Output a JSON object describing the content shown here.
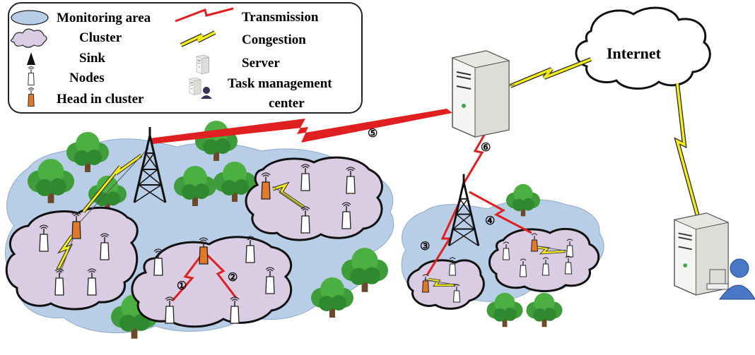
{
  "legend": {
    "monitoring_area": "Monitoring area",
    "cluster": "Cluster",
    "sink": "Sink",
    "nodes": "Nodes",
    "head_in_cluster": "Head in cluster",
    "transmission": "Transmission",
    "congestion": "Congestion",
    "server": "Server",
    "task_management_line1": "Task management",
    "task_management_line2": "center"
  },
  "internet_label": "Internet",
  "link_labels": {
    "l1": "①",
    "l2": "②",
    "l3": "③",
    "l4": "④",
    "l5": "⑤",
    "l6": "⑥"
  },
  "colors": {
    "monitoring_area": "#b8cde6",
    "cluster": "#d9cce3",
    "transmission": "#e02020",
    "congestion": "#f2ec1e",
    "head_node": "#e07a2a",
    "tree": "#3f9c3a"
  }
}
